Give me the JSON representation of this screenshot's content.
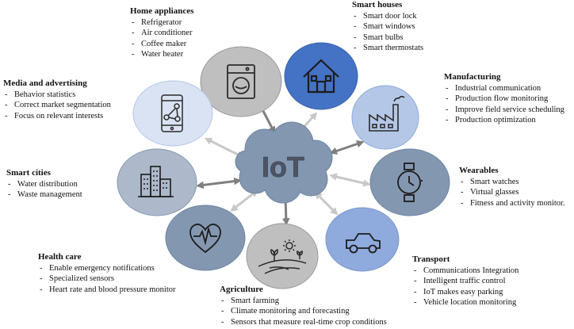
{
  "center": {
    "label": "IoT"
  },
  "colors": {
    "arrow": "#7f7f7f",
    "arrow_light": "#bfbfbf",
    "cloud": "#8497b0",
    "smart_houses": "#4472c4",
    "wearables": "#8497b0",
    "transport": "#8faadc",
    "home_appliances": "#bfbfbf",
    "agriculture": "#bfbfbf"
  },
  "categories": {
    "home_appliances": {
      "title": "Home appliances",
      "icon": "washing-machine-icon",
      "items": [
        "Refrigerator",
        "Air conditioner",
        "Coffee maker",
        "Water heater"
      ]
    },
    "smart_houses": {
      "title": "Smart houses",
      "icon": "house-icon",
      "items": [
        "Smart door lock",
        "Smart windows",
        "Smart bulbs",
        "Smart thermostats"
      ]
    },
    "manufacturing": {
      "title": "Manufacturing",
      "icon": "factory-icon",
      "items": [
        "Industrial communication",
        "Production flow monitoring",
        "Improve field service scheduling",
        "Production optimization"
      ]
    },
    "wearables": {
      "title": "Wearables",
      "icon": "watch-icon",
      "items": [
        "Smart watches",
        "Virtual glasses",
        "Fitness and activity monitor."
      ]
    },
    "transport": {
      "title": "Transport",
      "icon": "car-icon",
      "items": [
        "Communications Integration",
        "Intelligent traffic control",
        "IoT makes easy parking",
        "Vehicle location monitoring"
      ]
    },
    "agriculture": {
      "title": "Agriculture",
      "icon": "farm-field-icon",
      "items": [
        "Smart farming",
        "Climate monitoring and forecasting",
        "Sensors that measure real-time crop conditions"
      ]
    },
    "health_care": {
      "title": "Health care",
      "icon": "heart-rate-icon",
      "items": [
        "Enable emergency notifications",
        "Specialized sensors",
        "Heart rate and blood pressure monitor"
      ]
    },
    "smart_cities": {
      "title": "Smart cities",
      "icon": "buildings-icon",
      "items": [
        "Water distribution",
        "Waste management"
      ]
    },
    "media_advertising": {
      "title": "Media and advertising",
      "icon": "phone-network-icon",
      "items": [
        "Behavior statistics",
        "Correct market segmentation",
        "Focus on relevant interests"
      ]
    }
  }
}
